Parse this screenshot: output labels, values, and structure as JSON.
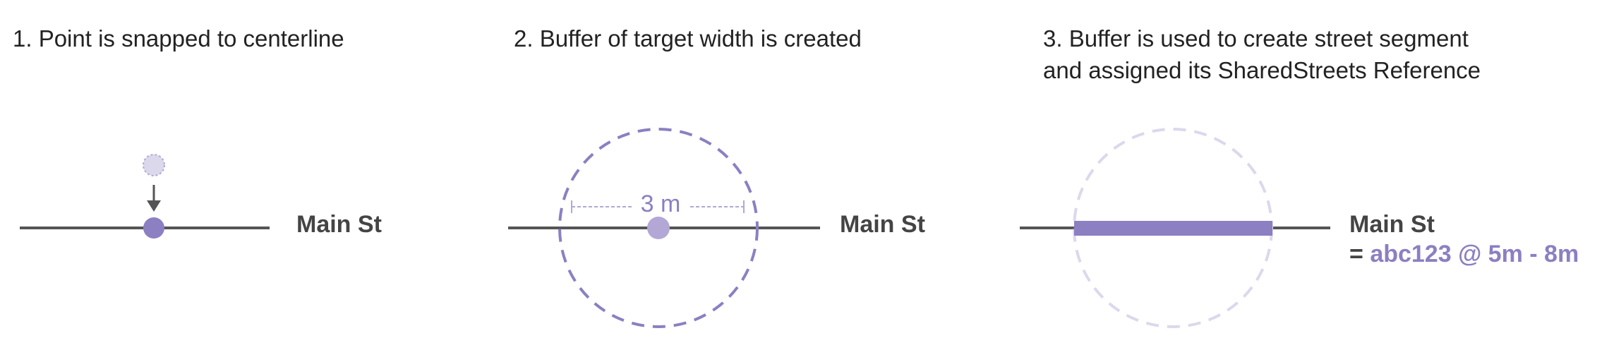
{
  "colors": {
    "line": "#555555",
    "accent": "#8c7fc2",
    "accent_light": "#b3a7d6",
    "accent_faint": "#dcd8ec",
    "text": "#222222",
    "street_label": "#444444"
  },
  "panels": [
    {
      "title": "1. Point is snapped to centerline",
      "street": "Main St"
    },
    {
      "title": "2. Buffer of target width is created",
      "street": "Main St",
      "buffer_width": "3 m"
    },
    {
      "title_line1": "3. Buffer is used to create street segment",
      "title_line2": "and assigned its SharedStreets Reference",
      "street": "Main St",
      "reference_prefix": "=",
      "reference": "abc123 @ 5m - 8m"
    }
  ]
}
